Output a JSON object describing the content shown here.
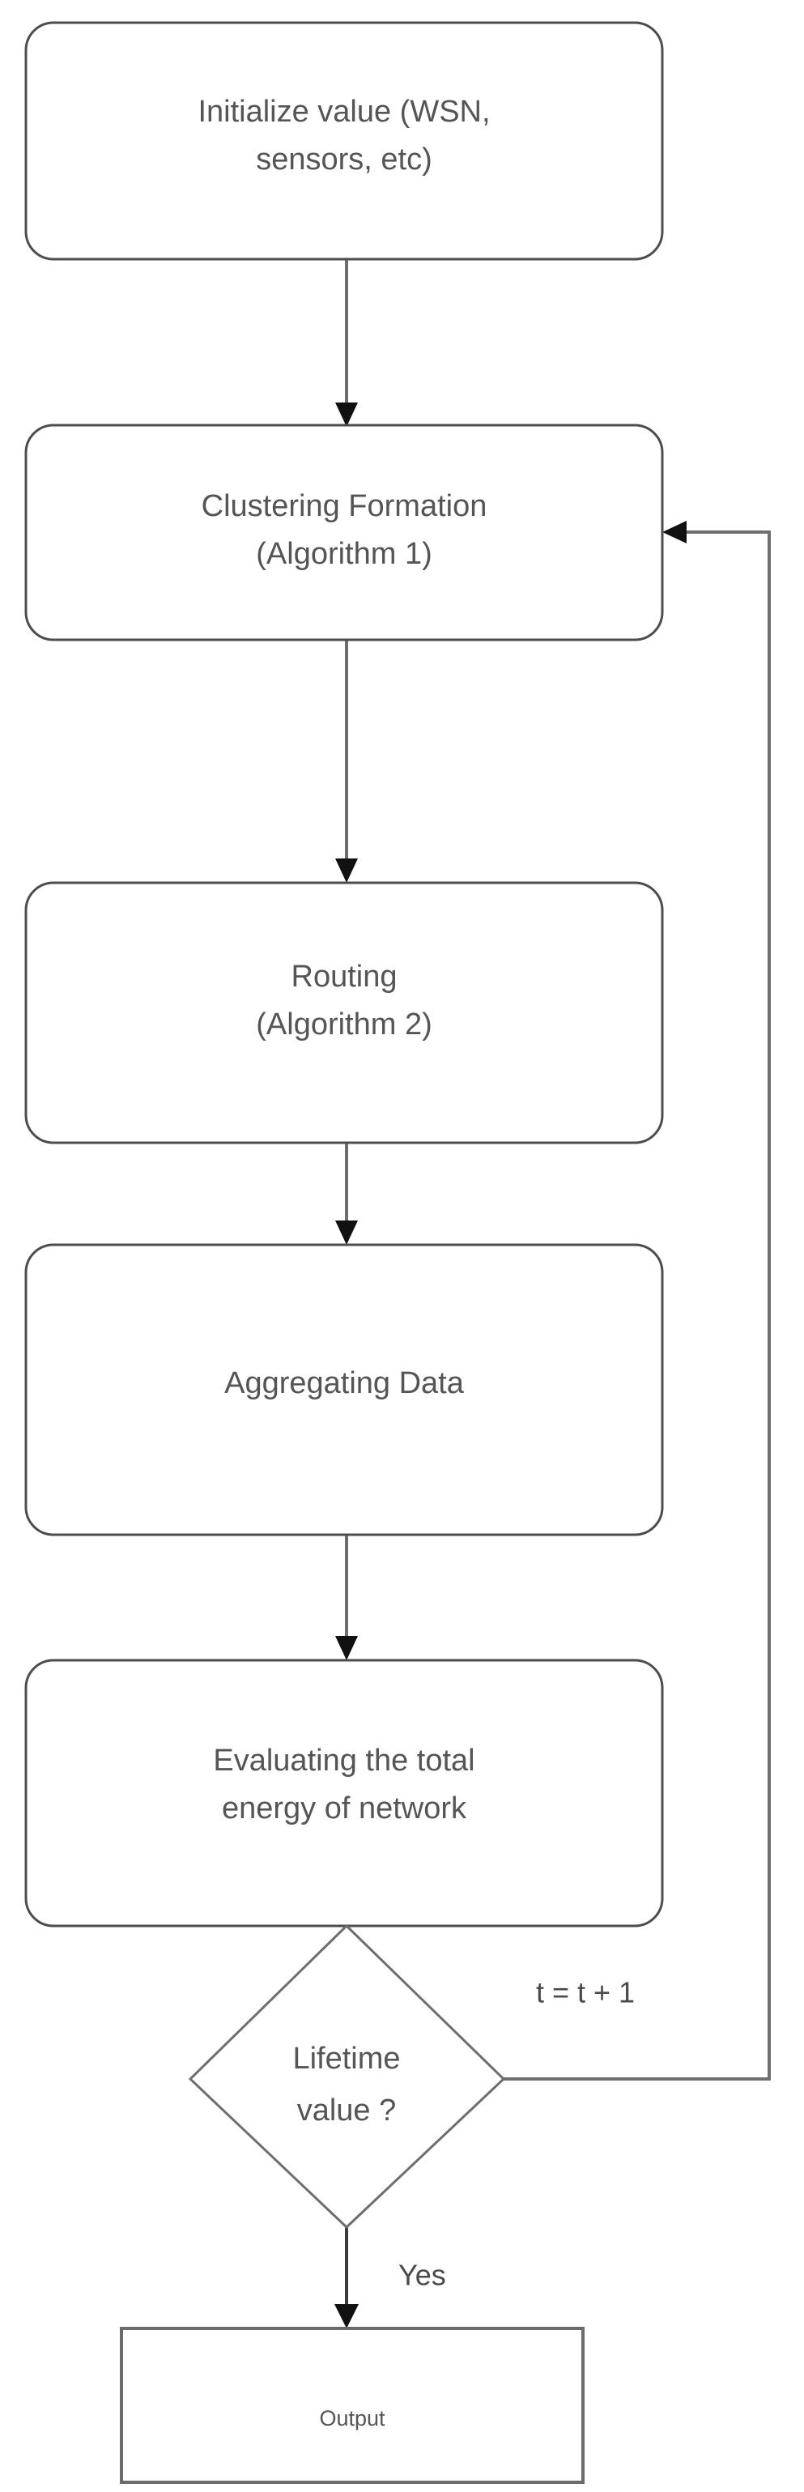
{
  "diagram": {
    "title": "WSN clustering and routing algorithm flowchart",
    "type": "flowchart",
    "colors": {
      "background": "#ffffff",
      "node_stroke": "#4d4d4d",
      "edge_stroke": "#6e6e6e",
      "text": "#555555",
      "arrowhead": "#111111"
    },
    "nodes": [
      {
        "id": "initialize",
        "shape": "rounded-rect",
        "lines": [
          "Initialize value (WSN,",
          "sensors, etc)"
        ]
      },
      {
        "id": "clustering",
        "shape": "rounded-rect",
        "lines": [
          "Clustering Formation",
          "(Algorithm 1)"
        ]
      },
      {
        "id": "routing",
        "shape": "rounded-rect",
        "lines": [
          "Routing",
          "(Algorithm 2)"
        ]
      },
      {
        "id": "aggregating",
        "shape": "rounded-rect",
        "lines": [
          "Aggregating Data"
        ]
      },
      {
        "id": "evaluating",
        "shape": "rounded-rect",
        "lines": [
          "Evaluating the total",
          "energy of network"
        ]
      },
      {
        "id": "decision",
        "shape": "diamond",
        "lines": [
          "Lifetime",
          "value ?"
        ]
      },
      {
        "id": "output",
        "shape": "rect",
        "lines": [
          "Output"
        ]
      }
    ],
    "edge_labels": {
      "feedback": "t = t + 1",
      "yes_branch": "Yes"
    },
    "edges": [
      {
        "from": "initialize",
        "to": "clustering",
        "label": ""
      },
      {
        "from": "clustering",
        "to": "routing",
        "label": ""
      },
      {
        "from": "routing",
        "to": "aggregating",
        "label": ""
      },
      {
        "from": "aggregating",
        "to": "evaluating",
        "label": ""
      },
      {
        "from": "evaluating",
        "to": "decision",
        "label": ""
      },
      {
        "from": "decision",
        "to": "output",
        "label": "Yes"
      },
      {
        "from": "decision",
        "to": "clustering",
        "label": "t = t + 1"
      }
    ]
  }
}
